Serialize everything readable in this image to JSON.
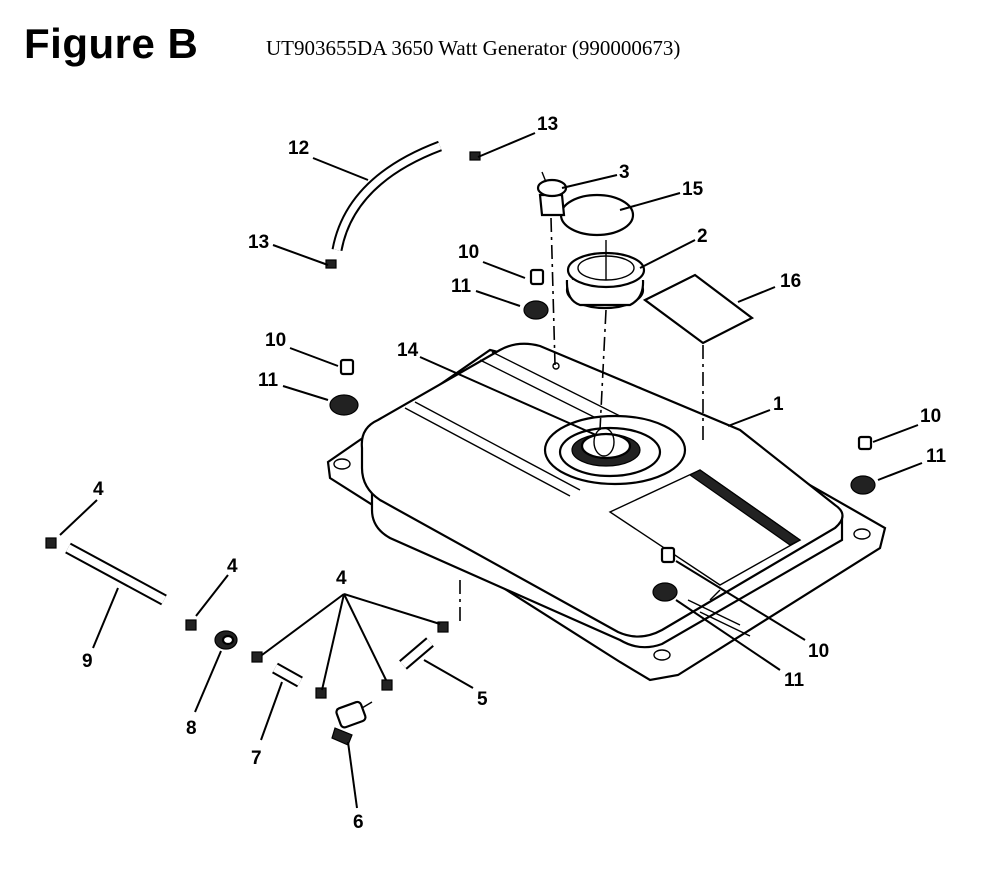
{
  "header": {
    "figure_label": "Figure B",
    "title": "UT903655DA 3650 Watt Generator (990000673)"
  },
  "callouts": [
    {
      "id": "c1",
      "label": "1"
    },
    {
      "id": "c2",
      "label": "2"
    },
    {
      "id": "c3",
      "label": "3"
    },
    {
      "id": "c4a",
      "label": "4"
    },
    {
      "id": "c4b",
      "label": "4"
    },
    {
      "id": "c4c",
      "label": "4"
    },
    {
      "id": "c5",
      "label": "5"
    },
    {
      "id": "c6",
      "label": "6"
    },
    {
      "id": "c7",
      "label": "7"
    },
    {
      "id": "c8",
      "label": "8"
    },
    {
      "id": "c9",
      "label": "9"
    },
    {
      "id": "c10a",
      "label": "10"
    },
    {
      "id": "c10b",
      "label": "10"
    },
    {
      "id": "c10c",
      "label": "10"
    },
    {
      "id": "c10d",
      "label": "10"
    },
    {
      "id": "c11a",
      "label": "11"
    },
    {
      "id": "c11b",
      "label": "11"
    },
    {
      "id": "c11c",
      "label": "11"
    },
    {
      "id": "c11d",
      "label": "11"
    },
    {
      "id": "c12",
      "label": "12"
    },
    {
      "id": "c13a",
      "label": "13"
    },
    {
      "id": "c13b",
      "label": "13"
    },
    {
      "id": "c14",
      "label": "14"
    },
    {
      "id": "c15",
      "label": "15"
    },
    {
      "id": "c16",
      "label": "16"
    }
  ]
}
